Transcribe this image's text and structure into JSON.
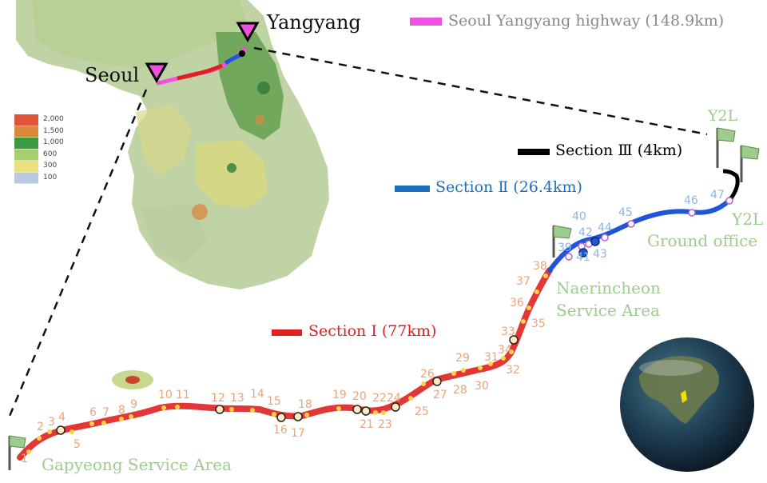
{
  "cities": {
    "seoul": "Seoul",
    "yangyang": "Yangyang"
  },
  "legend": {
    "highway": "Seoul Yangyang highway (148.9km)"
  },
  "elevation_legend": [
    "2,000",
    "1,500",
    "1,000",
    "600",
    "300",
    "100"
  ],
  "elevation_colors": [
    "#e0553a",
    "#d9893b",
    "#3a9a45",
    "#a7cf6b",
    "#e8e07a",
    "#b8c9e0"
  ],
  "sections": [
    {
      "label": "Section Ⅲ (4km)",
      "color": "#000000"
    },
    {
      "label": "Section Ⅱ (26.4km)",
      "color": "#1f6fc0"
    },
    {
      "label": "Section Ⅰ (77km)",
      "color": "#e02020"
    }
  ],
  "places": {
    "gapyeong": "Gapyeong Service Area",
    "naerincheon_line1": "Naerincheon",
    "naerincheon_line2": "Service Area",
    "y2l_top": "Y2L",
    "y2l_ground_line1": "Y2L",
    "y2l_ground_line2": "Ground office"
  },
  "stations_s1": [
    "1",
    "2",
    "3",
    "4",
    "5",
    "6",
    "7",
    "8",
    "9",
    "10",
    "11",
    "12",
    "13",
    "14",
    "15",
    "16",
    "17",
    "18",
    "19",
    "20",
    "21",
    "22",
    "23",
    "24",
    "25",
    "26",
    "27",
    "28",
    "29",
    "30",
    "31",
    "32",
    "33",
    "34",
    "35",
    "36",
    "37",
    "38"
  ],
  "stations_s2": [
    "39",
    "40",
    "41",
    "42",
    "43",
    "44",
    "45",
    "46",
    "47"
  ],
  "colors": {
    "section1": "#e02020",
    "section2": "#1f55d8",
    "section1_num": "#e8a47a",
    "section2_num": "#8fb4e6",
    "highway": "#f050e0",
    "place": "#9dcc8e"
  }
}
